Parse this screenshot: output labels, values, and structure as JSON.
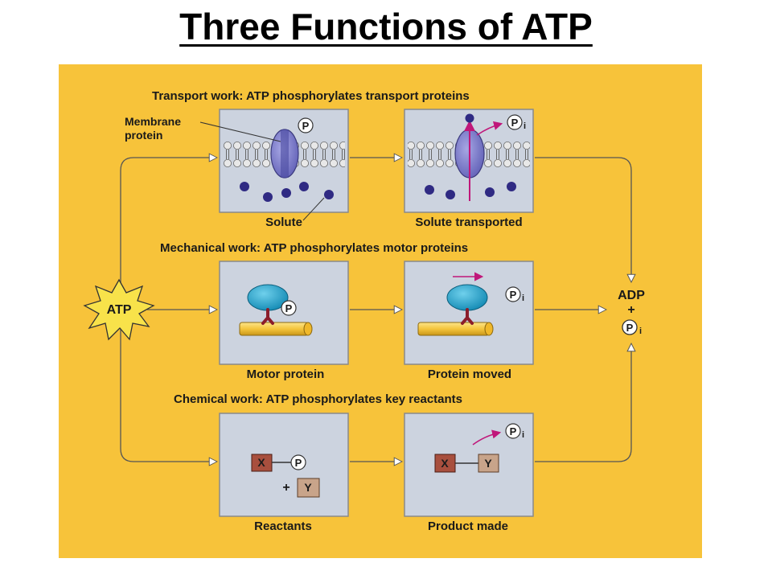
{
  "title": "Three Functions of ATP",
  "colors": {
    "background": "#f7c33a",
    "panel": "#ccd3df",
    "protein": "#7a79c8",
    "motor": "#1aa0c9",
    "magenta": "#c0177a",
    "filament": "#f5cc45",
    "box_x": "#a84f3e",
    "box_y": "#c8a48a"
  },
  "rows": {
    "transport": {
      "header": "Transport work: ATP phosphorylates transport proteins",
      "left_caption": "Solute",
      "right_caption": "Solute transported",
      "membrane_label_line1": "Membrane",
      "membrane_label_line2": "protein"
    },
    "mechanical": {
      "header": "Mechanical work: ATP phosphorylates motor proteins",
      "left_caption": "Motor protein",
      "right_caption": "Protein moved"
    },
    "chemical": {
      "header": "Chemical work: ATP phosphorylates key reactants",
      "left_caption": "Reactants",
      "right_caption": "Product made",
      "reactant_x": "X",
      "reactant_y": "Y",
      "plus": "+"
    }
  },
  "atp": "ATP",
  "products": {
    "adp": "ADP",
    "plus": "+",
    "pi_main": "P",
    "pi_sub": "i"
  },
  "phosphate": {
    "p": "P",
    "pi_main": "P",
    "pi_sub": "i"
  }
}
